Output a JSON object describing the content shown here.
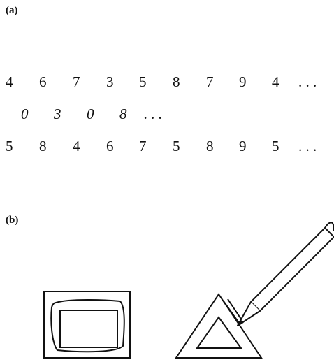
{
  "panels": {
    "a": {
      "label": "(a)",
      "rows": [
        {
          "style": "upright",
          "cells": [
            "4",
            "6",
            "7",
            "3",
            "5",
            "8",
            "7",
            "9",
            "4",
            ". . ."
          ]
        },
        {
          "style": "italic",
          "cells": [
            "0",
            "3",
            "0",
            "8",
            ". . ."
          ]
        },
        {
          "style": "upright",
          "cells": [
            "5",
            "8",
            "4",
            "6",
            "7",
            "5",
            "8",
            "9",
            "5",
            ". . ."
          ]
        }
      ]
    },
    "b": {
      "label": "(b)",
      "drawings": [
        "rectangle-tracing",
        "triangle-tracing-with-pencil"
      ]
    }
  }
}
